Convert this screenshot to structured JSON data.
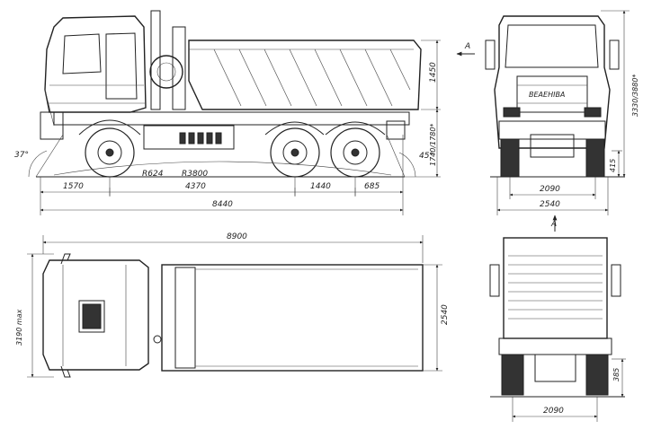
{
  "drawing": {
    "section_marker": "A",
    "side_view": {
      "dimensions": {
        "overall_length": "8440",
        "front_overhang": "1570",
        "wheelbase_front": "4370",
        "wheelbase_rear": "1440",
        "rear_overhang": "685",
        "body_height": "1450",
        "frame_height": "1740/1780*",
        "approach_angle": "37°",
        "departure_angle": "45°",
        "turning_radius": "R624",
        "body_radius": "R3800"
      }
    },
    "front_view": {
      "dimensions": {
        "total_height": "3330/3880*",
        "ground_clearance": "415",
        "track": "2090",
        "width": "2540"
      },
      "grille_text": "BEAEHIBA"
    },
    "top_view": {
      "dimensions": {
        "total_length": "8900",
        "mirror_width": "3190 max",
        "body_width": "2540"
      }
    },
    "rear_view": {
      "dimensions": {
        "rear_clearance": "385",
        "track": "2090"
      }
    }
  }
}
